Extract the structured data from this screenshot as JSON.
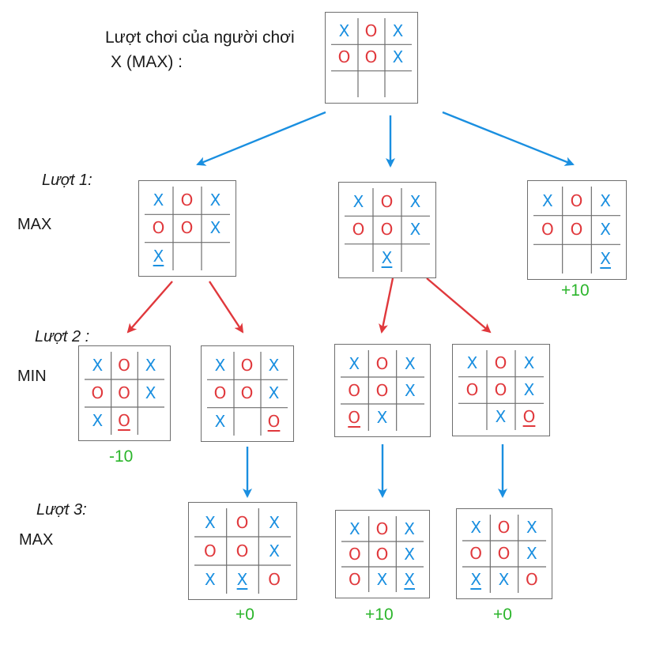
{
  "labels": {
    "header_line1": "Lượt chơi của người chơi",
    "header_line2": "X (MAX) :",
    "turn1": "Lượt 1:",
    "turn1_role": "MAX",
    "turn2": "Lượt 2 :",
    "turn2_role": "MIN",
    "turn3": "Lượt 3:",
    "turn3_role": "MAX"
  },
  "colors": {
    "x": "#1a8fe0",
    "o": "#e0383c",
    "blue_arrow": "#1a8fe0",
    "red_arrow": "#e0383c",
    "score": "#2bb52b",
    "grid": "#6e6e6e"
  },
  "boards": [
    {
      "id": "root",
      "cells": [
        "X",
        "O",
        "X",
        "O",
        "O",
        "X",
        "",
        "",
        ""
      ],
      "last": -1
    },
    {
      "id": "l1a",
      "cells": [
        "X",
        "O",
        "X",
        "O",
        "O",
        "X",
        "X",
        "",
        ""
      ],
      "last": 6
    },
    {
      "id": "l1b",
      "cells": [
        "X",
        "O",
        "X",
        "O",
        "O",
        "X",
        "",
        "X",
        ""
      ],
      "last": 7
    },
    {
      "id": "l1c",
      "cells": [
        "X",
        "O",
        "X",
        "O",
        "O",
        "X",
        "",
        "",
        "X"
      ],
      "last": 8,
      "score": "+10"
    },
    {
      "id": "l2a",
      "cells": [
        "X",
        "O",
        "X",
        "O",
        "O",
        "X",
        "X",
        "O",
        ""
      ],
      "last": 7,
      "score": "-10"
    },
    {
      "id": "l2b",
      "cells": [
        "X",
        "O",
        "X",
        "O",
        "O",
        "X",
        "X",
        "",
        "O"
      ],
      "last": 8
    },
    {
      "id": "l2c",
      "cells": [
        "X",
        "O",
        "X",
        "O",
        "O",
        "X",
        "O",
        "X",
        ""
      ],
      "last": 6
    },
    {
      "id": "l2d",
      "cells": [
        "X",
        "O",
        "X",
        "O",
        "O",
        "X",
        "",
        "X",
        "O"
      ],
      "last": 8
    },
    {
      "id": "l3a",
      "cells": [
        "X",
        "O",
        "X",
        "O",
        "O",
        "X",
        "X",
        "X",
        "O"
      ],
      "last": 7,
      "score": "+0"
    },
    {
      "id": "l3b",
      "cells": [
        "X",
        "O",
        "X",
        "O",
        "O",
        "X",
        "O",
        "X",
        "X"
      ],
      "last": 8,
      "score": "+10"
    },
    {
      "id": "l3c",
      "cells": [
        "X",
        "O",
        "X",
        "O",
        "O",
        "X",
        "X",
        "X",
        "O"
      ],
      "last": 6,
      "score": "+0"
    }
  ],
  "edges": [
    {
      "from": "root",
      "to": "l1a",
      "color": "blue"
    },
    {
      "from": "root",
      "to": "l1b",
      "color": "blue"
    },
    {
      "from": "root",
      "to": "l1c",
      "color": "blue"
    },
    {
      "from": "l1a",
      "to": "l2a",
      "color": "red"
    },
    {
      "from": "l1a",
      "to": "l2b",
      "color": "red"
    },
    {
      "from": "l1b",
      "to": "l2c",
      "color": "red"
    },
    {
      "from": "l1b",
      "to": "l2d",
      "color": "red"
    },
    {
      "from": "l2b",
      "to": "l3a",
      "color": "blue"
    },
    {
      "from": "l2c",
      "to": "l3b",
      "color": "blue"
    },
    {
      "from": "l2d",
      "to": "l3c",
      "color": "blue"
    }
  ]
}
